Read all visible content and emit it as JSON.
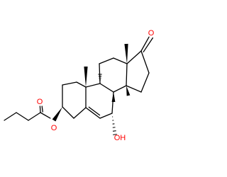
{
  "molecule": {
    "atom_labels": {
      "ketone_oxygen": "O",
      "ester_carbonyl_oxygen": "O",
      "ester_linking_oxygen": "O",
      "hydroxyl": "OH"
    },
    "colors": {
      "bond": "#000000",
      "oxygen": "#ff0000"
    }
  }
}
